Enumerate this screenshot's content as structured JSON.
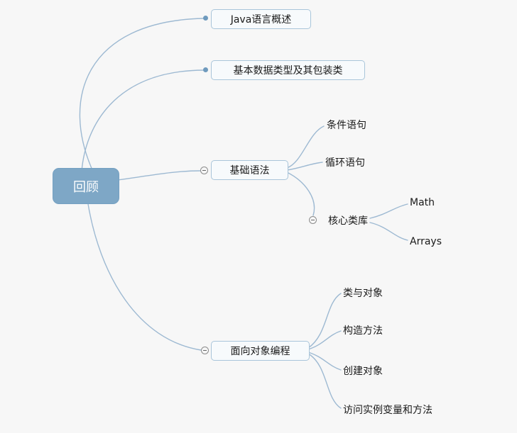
{
  "diagram_type": "mindmap",
  "nodes": {
    "root": {
      "label": "回顾"
    },
    "java_overview": {
      "label": "Java语言概述"
    },
    "basic_types": {
      "label": "基本数据类型及其包装类"
    },
    "basic_syntax": {
      "label": "基础语法"
    },
    "conditional": {
      "label": "条件语句"
    },
    "loop": {
      "label": "循环语句"
    },
    "core_lib": {
      "label": "核心类库"
    },
    "math": {
      "label": "Math"
    },
    "arrays": {
      "label": "Arrays"
    },
    "oop": {
      "label": "面向对象编程"
    },
    "class_object": {
      "label": "类与对象"
    },
    "constructor": {
      "label": "构造方法"
    },
    "create_object": {
      "label": "创建对象"
    },
    "access_members": {
      "label": "访问实例变量和方法"
    }
  },
  "structure": {
    "root": "回顾",
    "children": [
      {
        "label": "Java语言概述"
      },
      {
        "label": "基本数据类型及其包装类"
      },
      {
        "label": "基础语法",
        "collapsed": false,
        "children": [
          {
            "label": "条件语句"
          },
          {
            "label": "循环语句"
          },
          {
            "label": "核心类库",
            "collapsed": false,
            "children": [
              {
                "label": "Math"
              },
              {
                "label": "Arrays"
              }
            ]
          }
        ]
      },
      {
        "label": "面向对象编程",
        "collapsed": false,
        "children": [
          {
            "label": "类与对象"
          },
          {
            "label": "构造方法"
          },
          {
            "label": "创建对象"
          },
          {
            "label": "访问实例变量和方法"
          }
        ]
      }
    ]
  },
  "icons": {
    "collapse": "minus-circle",
    "connector_end": "filled-dot"
  },
  "colors": {
    "canvas_bg": "#f7f7f7",
    "root_fill": "#7ea7c6",
    "root_border": "#74a0c2",
    "root_text": "#ffffff",
    "box_fill": "#f7fafc",
    "box_border": "#a9c5da",
    "connector": "#9db9d2",
    "dot_fill": "#6f9abd",
    "collapse_border": "#8c8c8c",
    "collapse_bar": "#666666",
    "text_color": "#1a1a1a"
  }
}
